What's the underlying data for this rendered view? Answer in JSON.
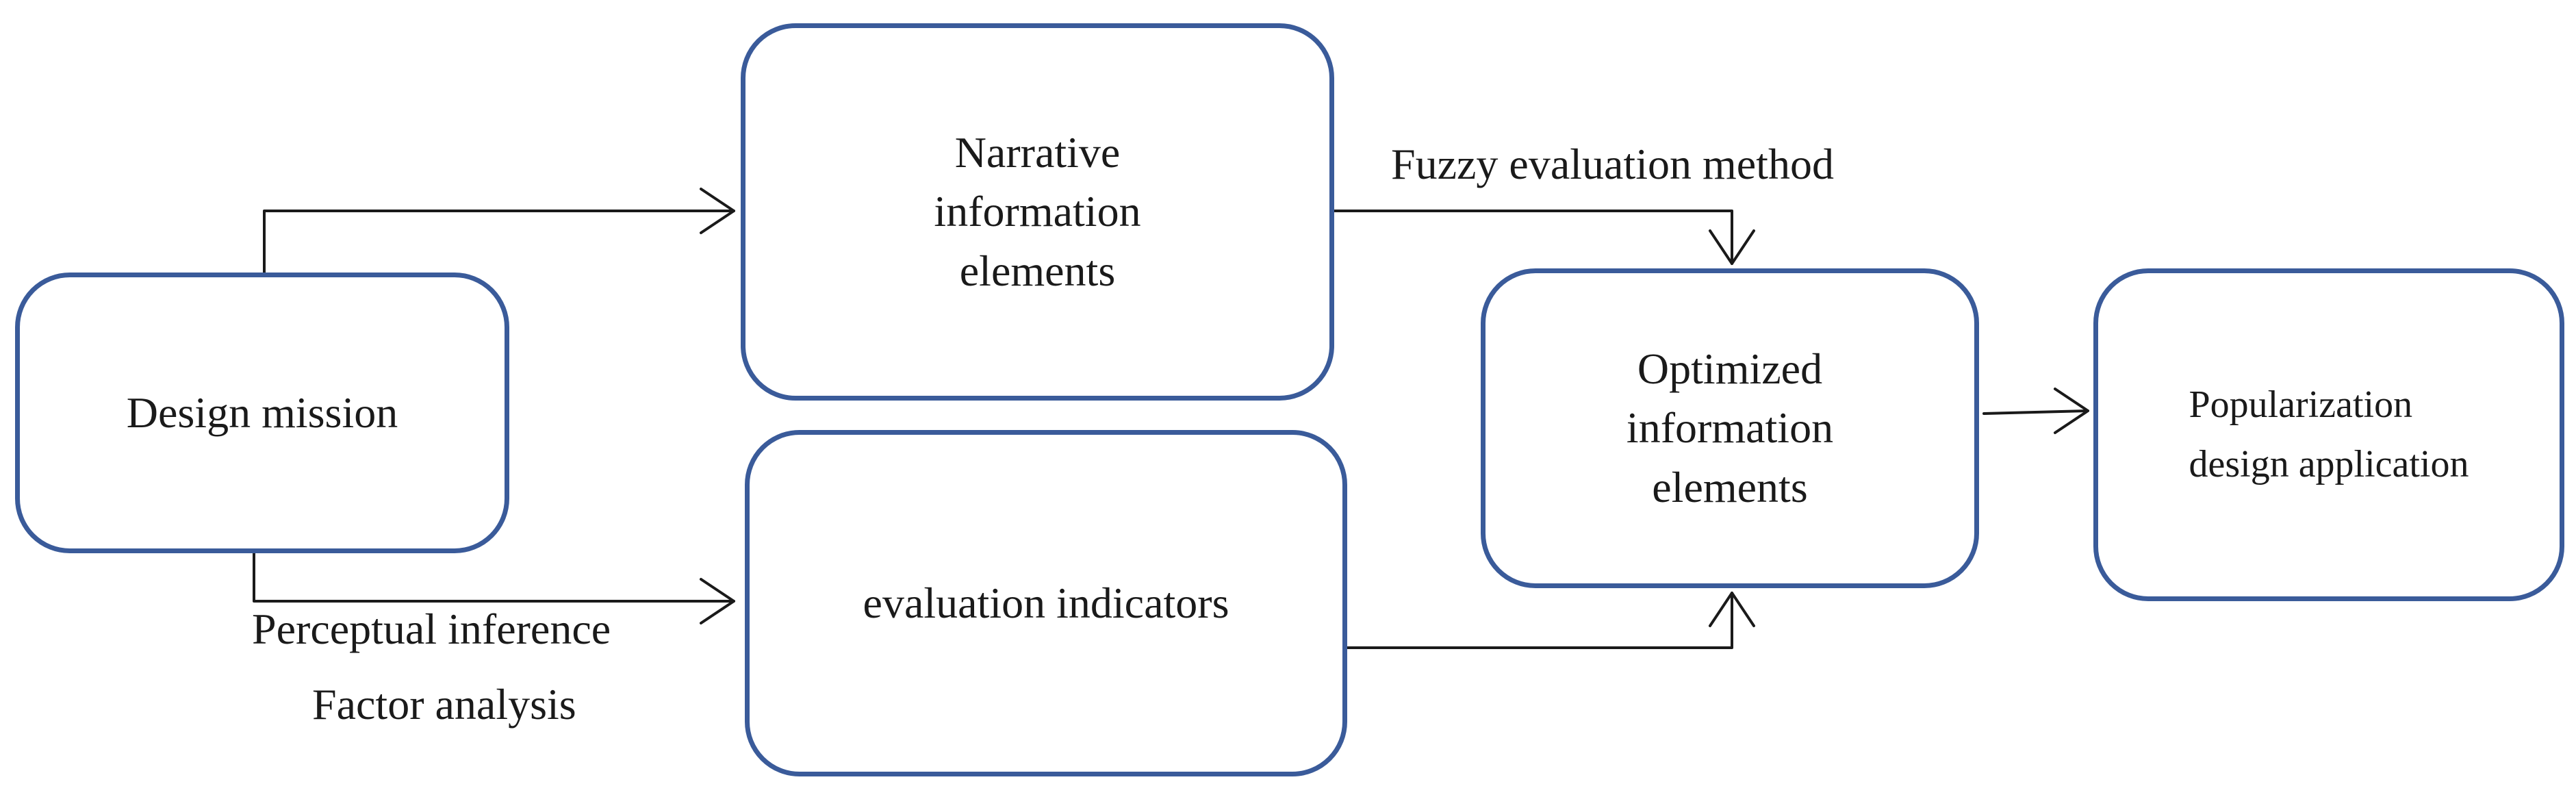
{
  "diagram": {
    "boxes": {
      "design_mission": "Design mission",
      "narrative": "Narrative\ninformation\nelements",
      "evaluation_indicators": "evaluation indicators",
      "optimized": "Optimized\ninformation\nelements",
      "popularization": "Popularization\ndesign application"
    },
    "edge_labels": {
      "fuzzy_evaluation": "Fuzzy evaluation method",
      "perceptual_inference": "Perceptual inference",
      "factor_analysis": "Factor analysis"
    },
    "colors": {
      "box_border": "#3a5b9a",
      "text": "#1a1a1a",
      "connector": "#1a1a1a"
    }
  }
}
